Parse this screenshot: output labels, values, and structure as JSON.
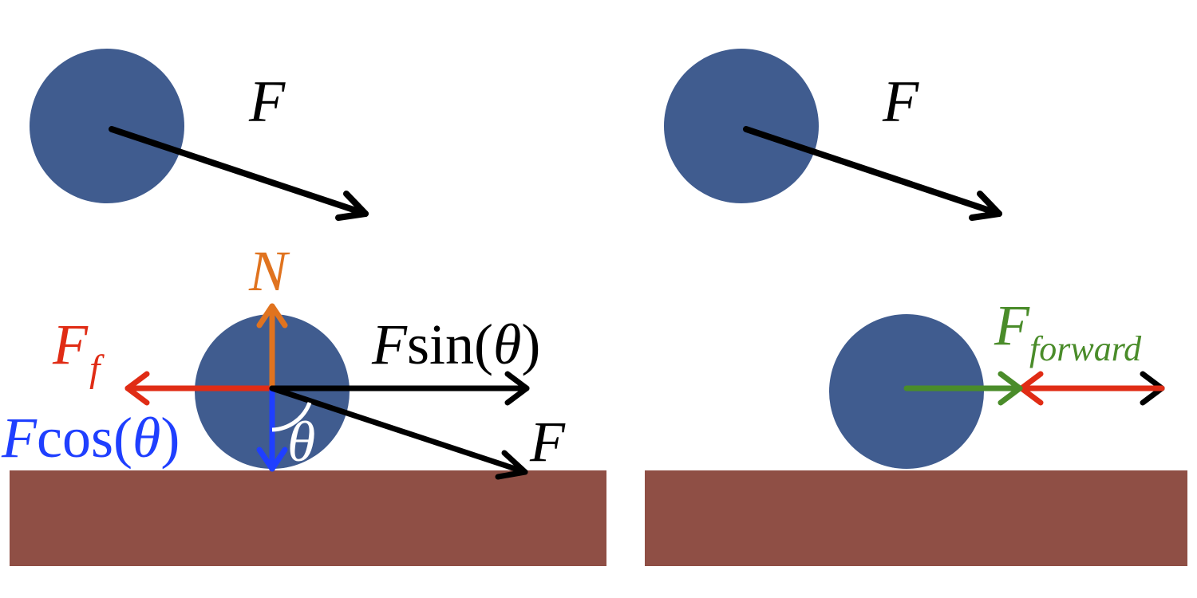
{
  "colors": {
    "ball": "#405c8f",
    "ground": "#8f4f45",
    "force": "#000000",
    "normal": "#e0731f",
    "friction": "#e02c15",
    "cos_component": "#1f3fff",
    "forward": "#4a8c2a",
    "theta_on_ball": "#ffffff"
  },
  "labels": {
    "top_left_force": "F",
    "top_right_force": "F",
    "normal": "N",
    "friction_main": "F",
    "friction_sub": "f",
    "sin_component_F": "F",
    "sin_component_fn": "sin(",
    "sin_component_theta": "θ",
    "sin_component_close": ")",
    "cos_component_F": "F",
    "cos_component_fn": "cos(",
    "cos_component_theta": "θ",
    "cos_component_close": ")",
    "theta": "θ",
    "applied_force": "F",
    "forward_main": "F",
    "forward_sub": "forward"
  }
}
